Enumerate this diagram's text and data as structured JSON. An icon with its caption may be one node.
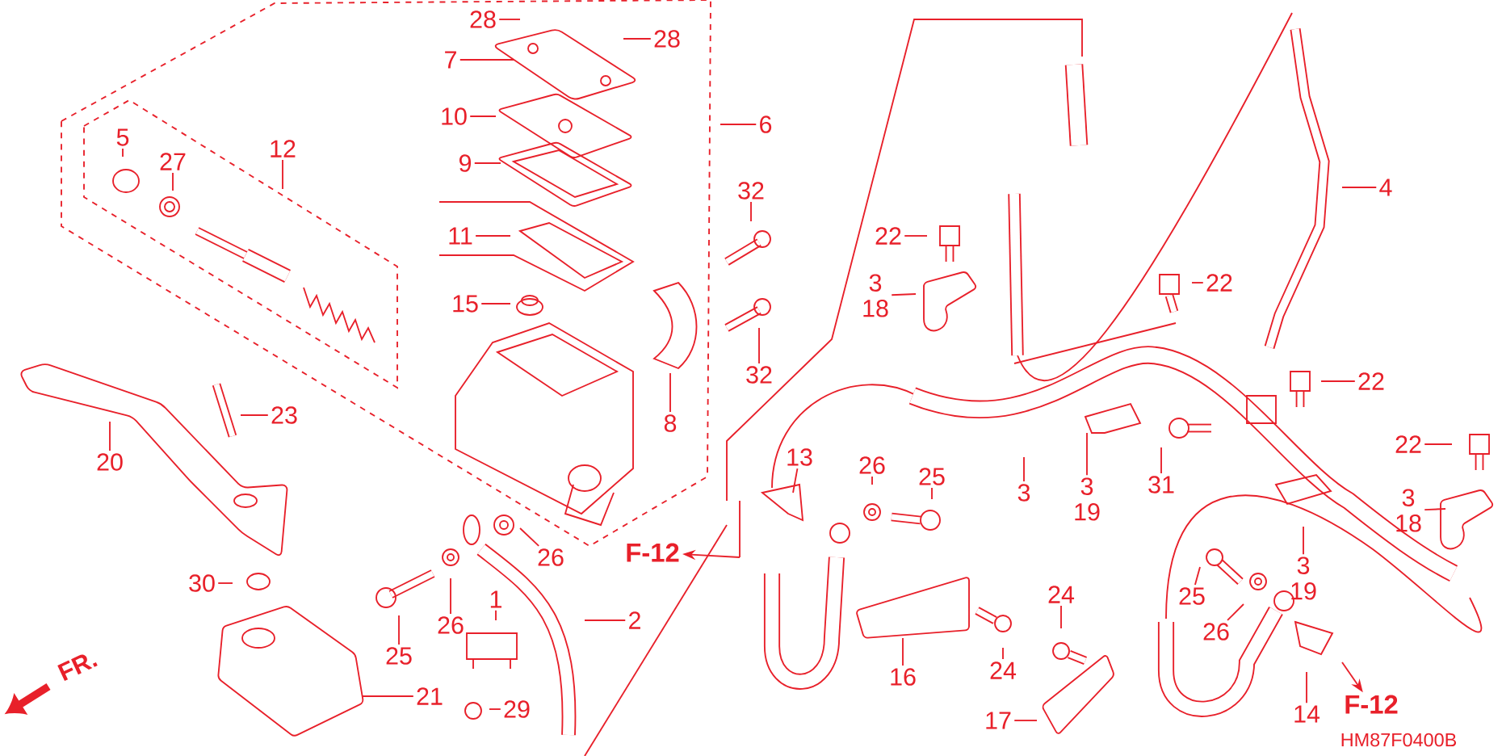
{
  "diagram": {
    "nodes": [
      {
        "text": [
          "28"
        ]
      },
      {
        "text": [
          "28"
        ]
      },
      {
        "text": [
          "7"
        ]
      },
      {
        "text": [
          "10"
        ]
      },
      {
        "text": [
          "9"
        ]
      },
      {
        "text": [
          "11"
        ]
      },
      {
        "text": [
          "15"
        ]
      },
      {
        "text": [
          "8"
        ]
      },
      {
        "text": [
          "6"
        ]
      },
      {
        "text": [
          "12"
        ]
      },
      {
        "text": [
          "5"
        ]
      },
      {
        "text": [
          "27"
        ]
      },
      {
        "text": [
          "20"
        ]
      },
      {
        "text": [
          "23"
        ]
      },
      {
        "text": [
          "30"
        ]
      },
      {
        "text": [
          "21"
        ]
      },
      {
        "text": [
          "25"
        ]
      },
      {
        "text": [
          "26"
        ]
      },
      {
        "text": [
          "26"
        ]
      },
      {
        "text": [
          "1"
        ]
      },
      {
        "text": [
          "2"
        ]
      },
      {
        "text": [
          "29"
        ]
      },
      {
        "text": [
          "F-12"
        ]
      },
      {
        "text": [
          "32"
        ]
      },
      {
        "text": [
          "32"
        ]
      },
      {
        "text": [
          "22"
        ]
      },
      {
        "text": [
          "3",
          "18"
        ]
      },
      {
        "text": [
          "22"
        ]
      },
      {
        "text": [
          "4"
        ]
      },
      {
        "text": [
          "22"
        ]
      },
      {
        "text": [
          "22"
        ]
      },
      {
        "text": [
          "3",
          "18"
        ]
      },
      {
        "text": [
          "13"
        ]
      },
      {
        "text": [
          "26"
        ]
      },
      {
        "text": [
          "25"
        ]
      },
      {
        "text": [
          "3"
        ]
      },
      {
        "text": [
          "3",
          "19"
        ]
      },
      {
        "text": [
          "31"
        ]
      },
      {
        "text": [
          "3",
          "19"
        ]
      },
      {
        "text": [
          "16"
        ]
      },
      {
        "text": [
          "24"
        ]
      },
      {
        "text": [
          "24"
        ]
      },
      {
        "text": [
          "17"
        ]
      },
      {
        "text": [
          "25"
        ]
      },
      {
        "text": [
          "26"
        ]
      },
      {
        "text": [
          "14"
        ]
      },
      {
        "text": [
          "F-12"
        ]
      }
    ],
    "edges": [
      {
        "from": 0,
        "to": null,
        "arrow": "none"
      },
      {
        "from": 1,
        "to": null,
        "arrow": "none"
      },
      {
        "from": 2,
        "to": null,
        "arrow": "none"
      },
      {
        "from": 3,
        "to": null,
        "arrow": "none"
      },
      {
        "from": 4,
        "to": null,
        "arrow": "none"
      },
      {
        "from": 5,
        "to": null,
        "arrow": "none"
      },
      {
        "from": 6,
        "to": null,
        "arrow": "none"
      },
      {
        "from": 7,
        "to": null,
        "arrow": "none"
      },
      {
        "from": 8,
        "to": null,
        "arrow": "none"
      },
      {
        "from": 9,
        "to": null,
        "arrow": "none"
      },
      {
        "from": 10,
        "to": null,
        "arrow": "none"
      },
      {
        "from": 11,
        "to": null,
        "arrow": "none"
      },
      {
        "from": 12,
        "to": null,
        "arrow": "none"
      },
      {
        "from": 13,
        "to": null,
        "arrow": "none"
      },
      {
        "from": 14,
        "to": null,
        "arrow": "none"
      },
      {
        "from": 15,
        "to": null,
        "arrow": "none"
      },
      {
        "from": 16,
        "to": null,
        "arrow": "none"
      },
      {
        "from": 17,
        "to": null,
        "arrow": "none"
      },
      {
        "from": 18,
        "to": null,
        "arrow": "none"
      },
      {
        "from": 19,
        "to": null,
        "arrow": "none"
      },
      {
        "from": 20,
        "to": null,
        "arrow": "none"
      },
      {
        "from": 21,
        "to": null,
        "arrow": "none"
      },
      {
        "from": null,
        "to": 22,
        "arrow": "to"
      },
      {
        "from": 23,
        "to": null,
        "arrow": "none"
      },
      {
        "from": 24,
        "to": null,
        "arrow": "none"
      },
      {
        "from": 25,
        "to": null,
        "arrow": "none"
      },
      {
        "from": 26,
        "to": null,
        "arrow": "none"
      },
      {
        "from": 27,
        "to": null,
        "arrow": "none"
      },
      {
        "from": 28,
        "to": null,
        "arrow": "none"
      },
      {
        "from": 29,
        "to": null,
        "arrow": "none"
      },
      {
        "from": 30,
        "to": null,
        "arrow": "none"
      },
      {
        "from": 31,
        "to": null,
        "arrow": "none"
      },
      {
        "from": 32,
        "to": null,
        "arrow": "none"
      },
      {
        "from": 33,
        "to": null,
        "arrow": "none"
      },
      {
        "from": 34,
        "to": null,
        "arrow": "none"
      },
      {
        "from": 35,
        "to": null,
        "arrow": "none"
      },
      {
        "from": 36,
        "to": null,
        "arrow": "none"
      },
      {
        "from": 37,
        "to": null,
        "arrow": "none"
      },
      {
        "from": 38,
        "to": null,
        "arrow": "none"
      },
      {
        "from": 39,
        "to": null,
        "arrow": "none"
      },
      {
        "from": 40,
        "to": null,
        "arrow": "none"
      },
      {
        "from": 41,
        "to": null,
        "arrow": "none"
      },
      {
        "from": 42,
        "to": null,
        "arrow": "none"
      },
      {
        "from": 43,
        "to": null,
        "arrow": "none"
      },
      {
        "from": 44,
        "to": null,
        "arrow": "none"
      },
      {
        "from": 45,
        "to": null,
        "arrow": "none"
      },
      {
        "from": null,
        "to": 46,
        "arrow": "to"
      }
    ],
    "labels": [
      "FR.",
      "HM87F0400B"
    ]
  }
}
